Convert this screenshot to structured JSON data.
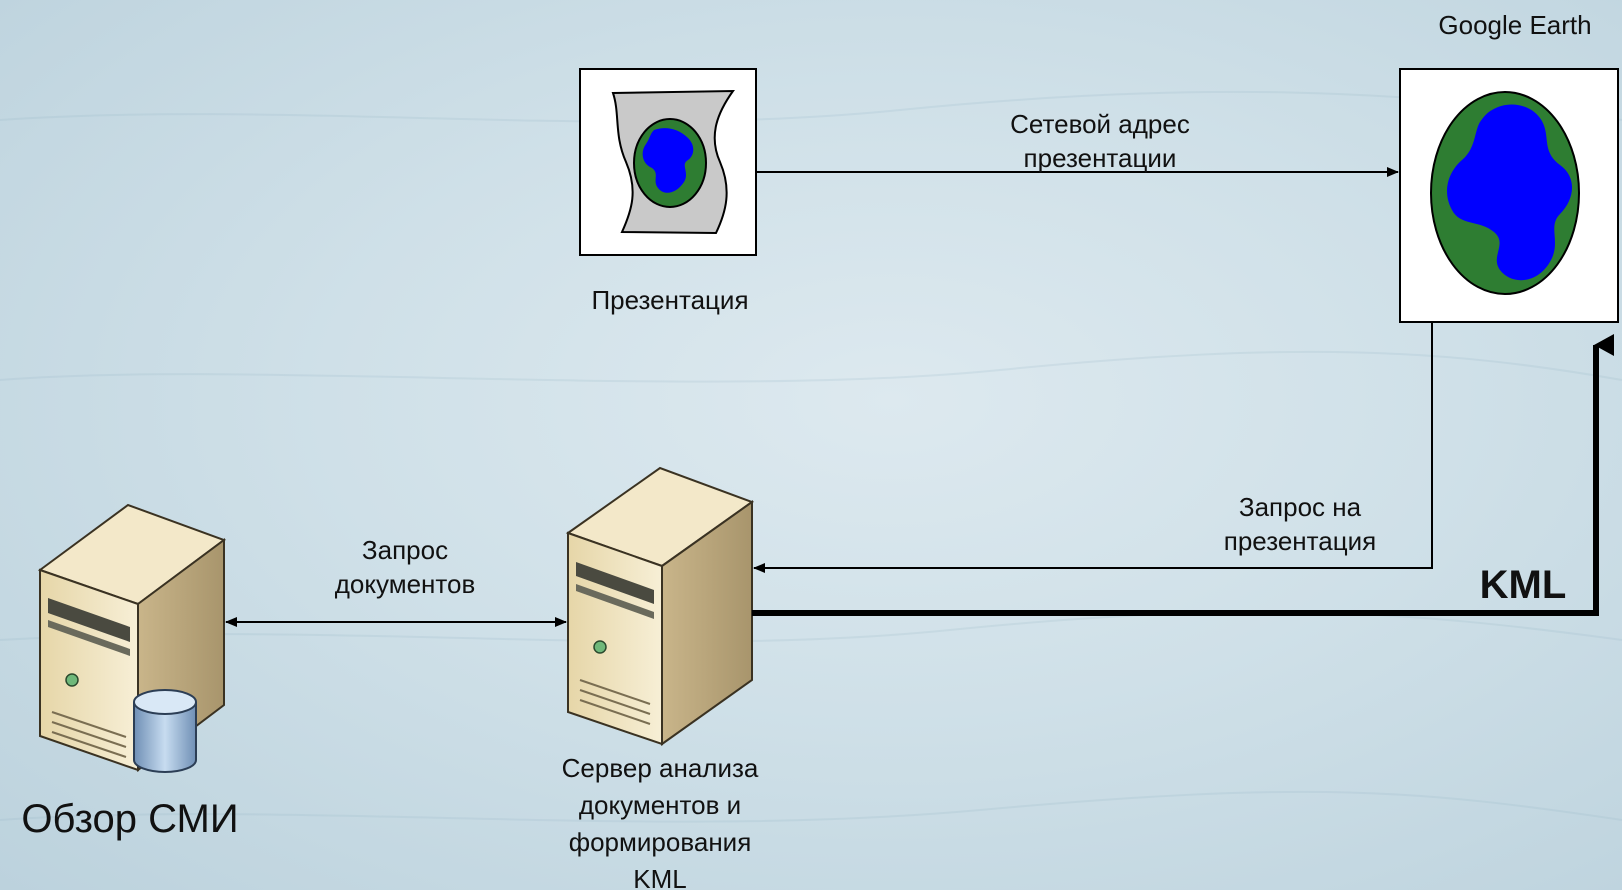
{
  "nodes": {
    "presentation": {
      "label": "Презентация"
    },
    "google_earth": {
      "label": "Google Earth"
    },
    "media_review": {
      "label": "Обзор СМИ"
    },
    "analysis_server": {
      "label_lines": [
        "Сервер анализа",
        "документов и",
        "формирования",
        "KML"
      ]
    }
  },
  "edges": {
    "network_address": {
      "label_lines": [
        "Сетевой адрес",
        "презентации"
      ]
    },
    "presentation_request": {
      "label_lines": [
        "Запрос на",
        "презентация"
      ]
    },
    "kml_flow": {
      "label": "KML"
    },
    "documents_request": {
      "label_lines": [
        "Запрос",
        "документов"
      ]
    }
  },
  "colors": {
    "background": "#cfe0e8",
    "globe_land": "#2e7d32",
    "globe_water": "#0000ff",
    "server_body": "#f2e6c4",
    "database": "#a9c4e0"
  }
}
